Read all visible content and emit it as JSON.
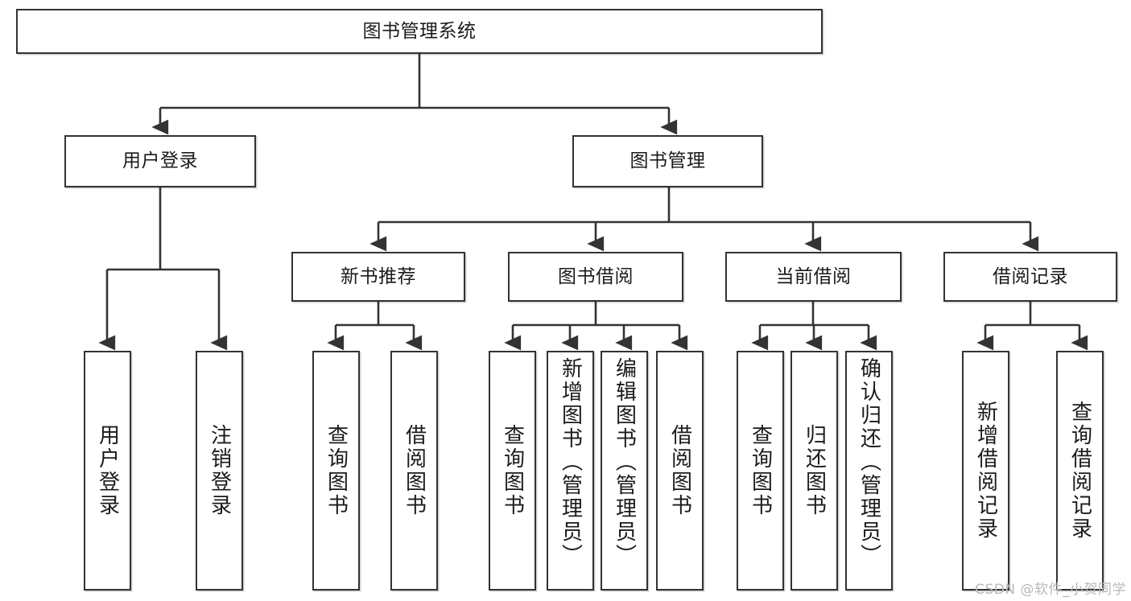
{
  "diagram": {
    "title": "图书管理系统",
    "type": "tree-hierarchy-chart",
    "watermark": "CSDN @软件_小贺同学",
    "root": {
      "id": "root",
      "label": "图书管理系统"
    },
    "level2": [
      {
        "id": "user-login",
        "label": "用户登录"
      },
      {
        "id": "book-manage",
        "label": "图书管理"
      }
    ],
    "level3": [
      {
        "id": "new-book-rec",
        "label": "新书推荐"
      },
      {
        "id": "book-borrow",
        "label": "图书借阅"
      },
      {
        "id": "current-borrow",
        "label": "当前借阅"
      },
      {
        "id": "borrow-record",
        "label": "借阅记录"
      }
    ],
    "leaves": {
      "user_login": [
        {
          "id": "leaf-user-login",
          "label": "用户登录"
        },
        {
          "id": "leaf-logout-login",
          "label": "注销登录"
        }
      ],
      "new_book_rec": [
        {
          "id": "leaf-query-book-1",
          "label": "查询图书"
        },
        {
          "id": "leaf-borrow-book-1",
          "label": "借阅图书"
        }
      ],
      "book_borrow": [
        {
          "id": "leaf-query-book-2",
          "label": "查询图书"
        },
        {
          "id": "leaf-add-book",
          "label": "新增图书（管理员）"
        },
        {
          "id": "leaf-edit-book",
          "label": "编辑图书（管理员）"
        },
        {
          "id": "leaf-borrow-book-2",
          "label": "借阅图书"
        }
      ],
      "current_borrow": [
        {
          "id": "leaf-query-book-3",
          "label": "查询图书"
        },
        {
          "id": "leaf-return-book",
          "label": "归还图书"
        },
        {
          "id": "leaf-confirm-return",
          "label": "确认归还（管理员）"
        }
      ],
      "borrow_record": [
        {
          "id": "leaf-add-record",
          "label": "新增借阅记录"
        },
        {
          "id": "leaf-query-record",
          "label": "查询借阅记录"
        }
      ]
    },
    "colors": {
      "stroke": "#333333",
      "fill": "#ffffff",
      "text": "#1b1b1b",
      "watermark": "#b9b9b9"
    }
  }
}
